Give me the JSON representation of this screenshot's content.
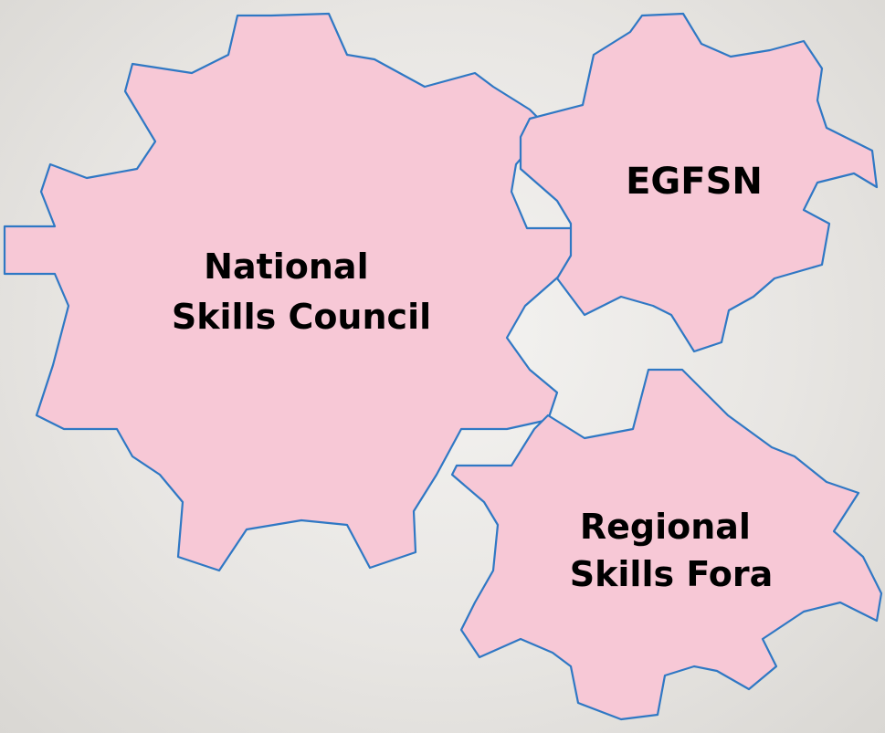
{
  "colors": {
    "gear_fill": "#f7c8d6",
    "gear_stroke": "#2f78c4",
    "text": "#000000"
  },
  "gears": [
    {
      "id": "national-skills-council",
      "label_lines": [
        "National",
        "Skills Council"
      ]
    },
    {
      "id": "egfsn",
      "label_lines": [
        "EGFSN"
      ]
    },
    {
      "id": "regional-skills-fora",
      "label_lines": [
        "Regional",
        "Skills Fora"
      ]
    }
  ]
}
